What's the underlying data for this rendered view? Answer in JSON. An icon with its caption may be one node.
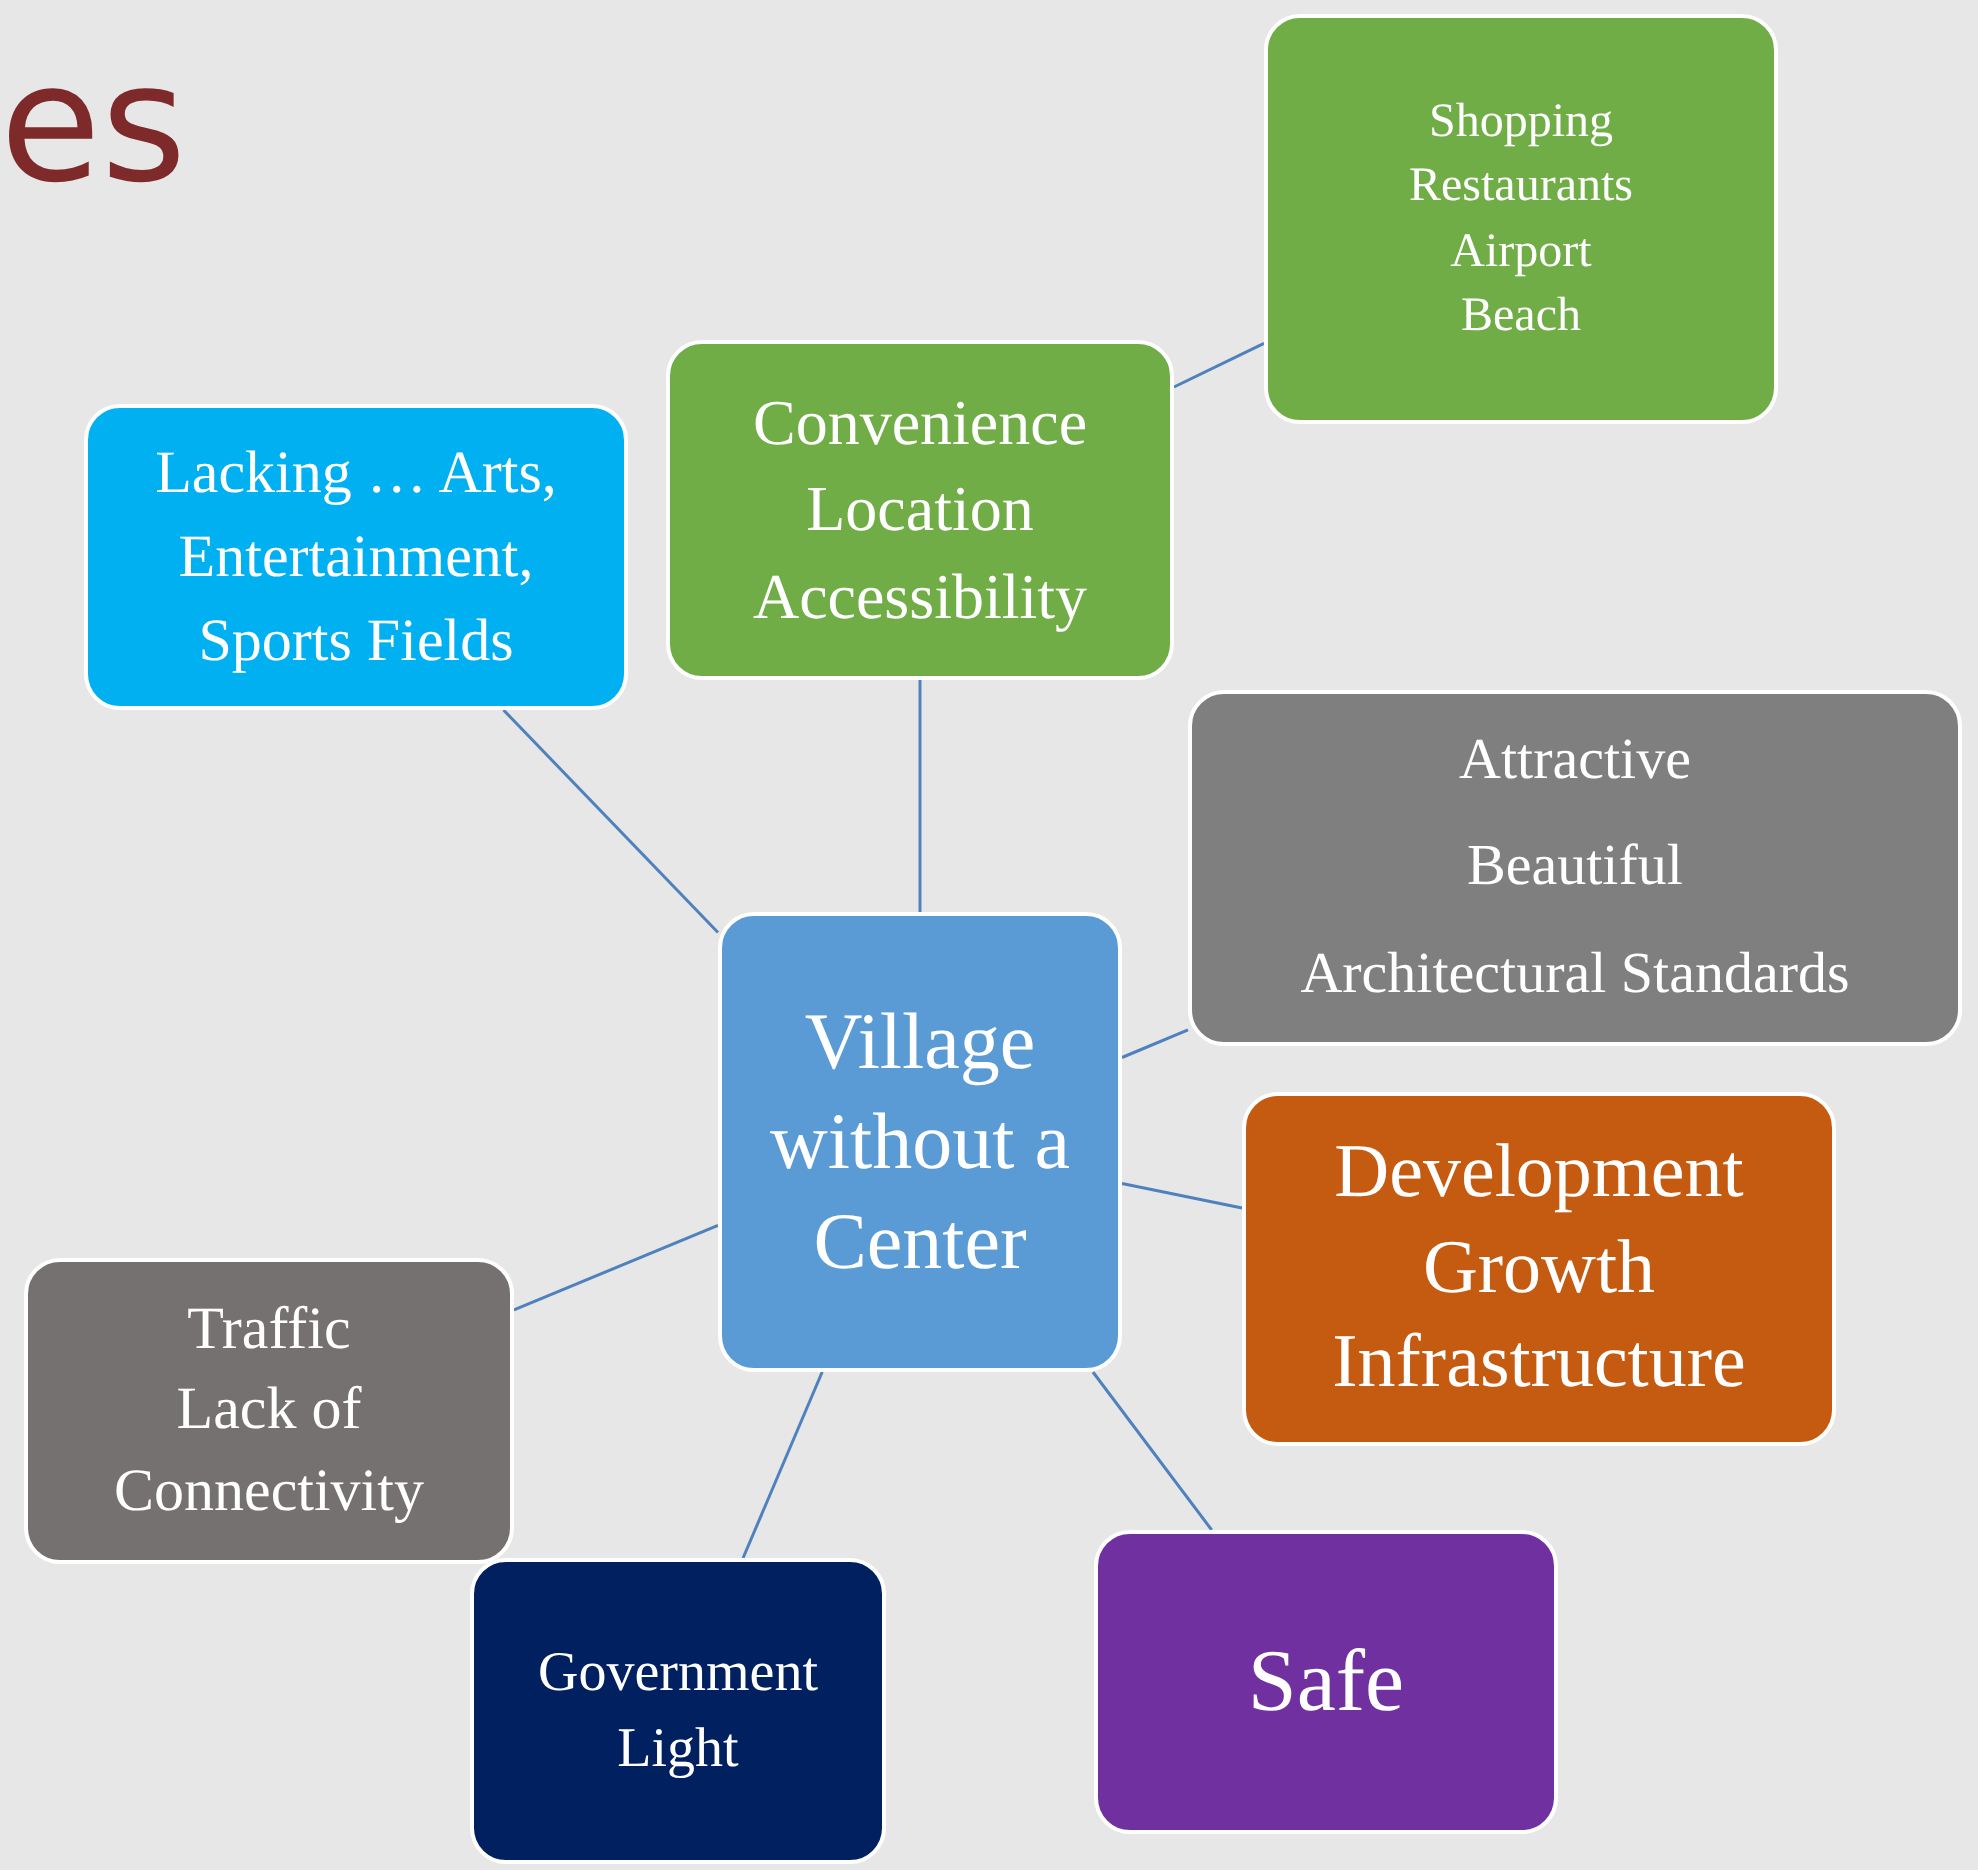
{
  "diagram": {
    "title": "es",
    "nodes": [
      {
        "text": [
          "Shopping",
          "Restaurants",
          "Airport",
          "Beach"
        ]
      },
      {
        "text": [
          "Convenience",
          "Location",
          "Accessibility"
        ]
      },
      {
        "text": [
          "Lacking … Arts, Entertainment, Sports Fields"
        ]
      },
      {
        "text": [
          "Attractive",
          "Beautiful",
          "Architectural Standards"
        ]
      },
      {
        "text": [
          "Village without a Center"
        ]
      },
      {
        "text": [
          "Development",
          "Growth",
          "Infrastructure"
        ]
      },
      {
        "text": [
          "Traffic",
          "Lack of Connectivity"
        ]
      },
      {
        "text": [
          "Safe"
        ]
      },
      {
        "text": [
          "Government",
          "Light"
        ]
      }
    ],
    "edges": [
      {
        "from": 1,
        "to": 0,
        "arrow": "none"
      },
      {
        "from": 4,
        "to": 1,
        "arrow": "none"
      },
      {
        "from": 4,
        "to": 2,
        "arrow": "none"
      },
      {
        "from": 4,
        "to": 3,
        "arrow": "none"
      },
      {
        "from": 4,
        "to": 5,
        "arrow": "none"
      },
      {
        "from": 4,
        "to": 6,
        "arrow": "none"
      },
      {
        "from": 4,
        "to": 7,
        "arrow": "none"
      },
      {
        "from": 4,
        "to": 8,
        "arrow": "none"
      }
    ]
  }
}
